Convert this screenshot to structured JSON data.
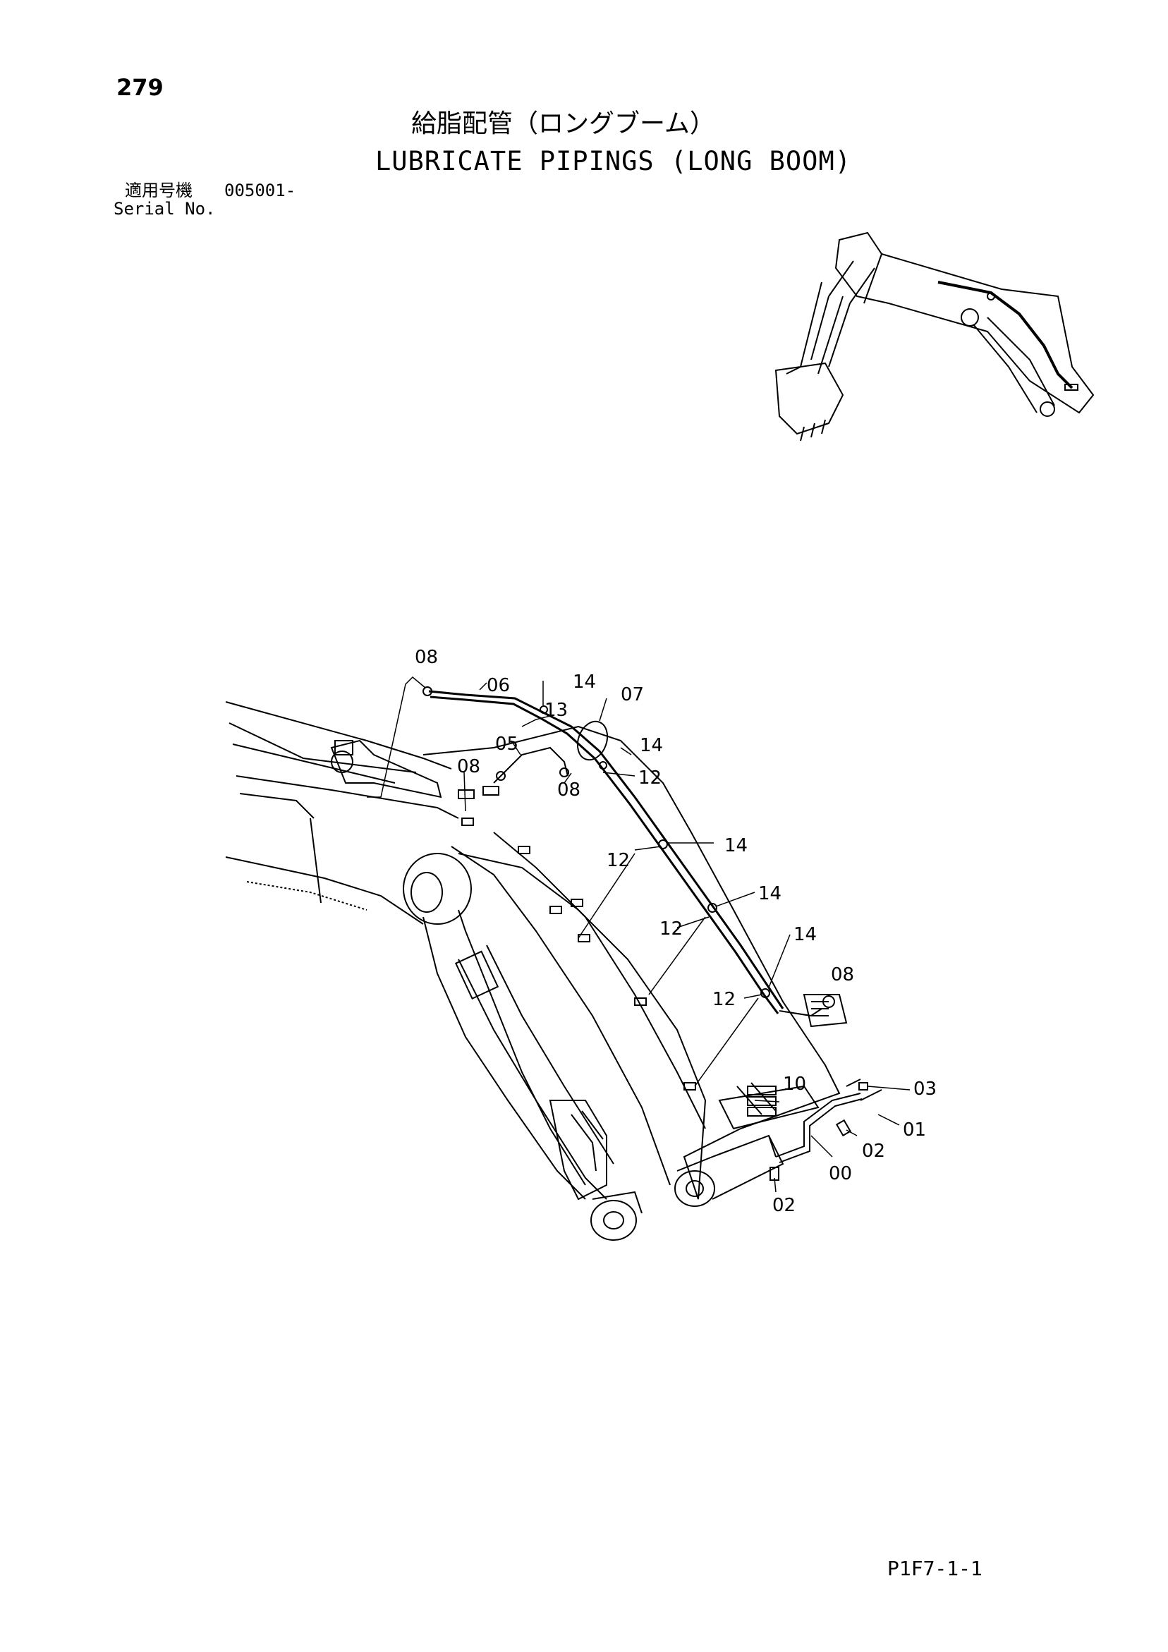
{
  "header": {
    "page_number": "279",
    "title_jp": "給脂配管（ロングブーム）",
    "title_en": "LUBRICATE PIPINGS (LONG BOOM)",
    "serial_label_jp": "適用号機",
    "serial_value": "005001-",
    "serial_label_en": "Serial No."
  },
  "callouts": {
    "c08_top": "08",
    "c06": "06",
    "c14_a": "14",
    "c13": "13",
    "c07": "07",
    "c05": "05",
    "c14_b": "14",
    "c08_left": "08",
    "c08_mid": "08",
    "c12_a": "12",
    "c12_b": "12",
    "c14_c": "14",
    "c14_d": "14",
    "c12_c": "12",
    "c14_e": "14",
    "c08_right": "08",
    "c12_d": "12",
    "c10": "10",
    "c03": "03",
    "c01": "01",
    "c02_a": "02",
    "c00": "00",
    "c02_b": "02"
  },
  "footer": {
    "doc_code": "P1F7-1-1"
  }
}
